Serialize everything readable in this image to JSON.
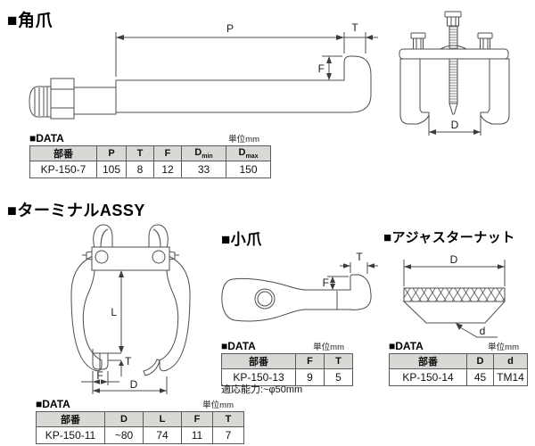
{
  "sections": {
    "kado": {
      "title": "■角爪",
      "dims": {
        "p": "P",
        "t": "T",
        "f": "F"
      },
      "table": {
        "label": "■DATA",
        "unit": "単位mm",
        "headers": {
          "part": "部番",
          "p": "P",
          "t": "T",
          "f": "F",
          "dmin_base": "D",
          "dmin_sub": "min",
          "dmax_base": "D",
          "dmax_sub": "max"
        },
        "row": {
          "part": "KP-150-7",
          "p": "105",
          "t": "8",
          "f": "12",
          "dmin": "33",
          "dmax": "150"
        }
      }
    },
    "puller": {
      "dims": {
        "d": "D"
      }
    },
    "terminal": {
      "title": "■ターミナルASSY",
      "dims": {
        "l": "L",
        "t": "T",
        "f": "F",
        "d": "D"
      },
      "table": {
        "label": "■DATA",
        "unit": "単位mm",
        "headers": {
          "part": "部番",
          "d": "D",
          "l": "L",
          "f": "F",
          "t": "T"
        },
        "row": {
          "part": "KP-150-11",
          "d": "~80",
          "l": "74",
          "f": "11",
          "t": "7"
        }
      }
    },
    "kotsume": {
      "title": "■小爪",
      "dims": {
        "t": "T",
        "f": "F"
      },
      "table": {
        "label": "■DATA",
        "unit": "単位mm",
        "headers": {
          "part": "部番",
          "f": "F",
          "t": "T"
        },
        "row": {
          "part": "KP-150-13",
          "f": "9",
          "t": "5"
        }
      },
      "capacity": "適応能力:~φ50mm"
    },
    "adjuster": {
      "title": "■アジャスターナット",
      "dims": {
        "d_big": "D",
        "d_small": "d"
      },
      "table": {
        "label": "■DATA",
        "unit": "単位mm",
        "headers": {
          "part": "部番",
          "d": "D",
          "d_small": "d"
        },
        "row": {
          "part": "KP-150-14",
          "d": "45",
          "d_small": "TM14"
        }
      }
    }
  }
}
